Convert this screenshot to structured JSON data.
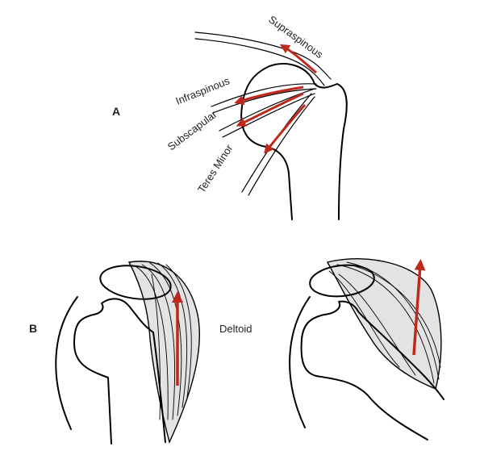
{
  "panels": {
    "a": {
      "label": "A",
      "muscles": [
        "Supraspinous",
        "Infraspinous",
        "Subscapular",
        "Teres Minor"
      ]
    },
    "b": {
      "label": "B",
      "muscle": "Deltoid"
    }
  },
  "colors": {
    "arrow": "#c0281c",
    "outline": "#000000",
    "muscle_fill": "#e3e3e3"
  }
}
